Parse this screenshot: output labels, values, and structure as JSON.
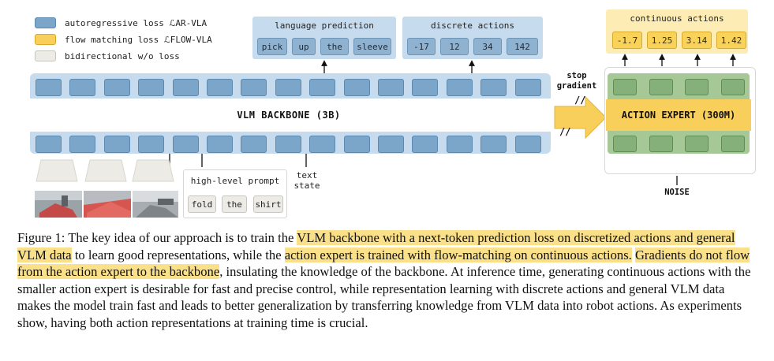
{
  "legend": [
    {
      "label": "autoregressive loss ℒAR-VLA",
      "color": "#7ba6c9"
    },
    {
      "label": "flow matching loss ℒFLOW-VLA",
      "color": "#f7cf5a"
    },
    {
      "label": "bidirectional w/o loss",
      "color": "#ecebe5"
    }
  ],
  "language_prediction": {
    "title": "language prediction",
    "tokens": [
      "pick",
      "up",
      "the",
      "sleeve"
    ]
  },
  "discrete_actions": {
    "title": "discrete actions",
    "tokens": [
      "-17",
      "12",
      "34",
      "142"
    ]
  },
  "continuous_actions": {
    "title": "continuous actions",
    "tokens": [
      "-1.7",
      "1.25",
      "3.14",
      "1.42"
    ]
  },
  "backbone_label": "VLM BACKBONE (3B)",
  "stop_gradient": "stop\ngradient",
  "action_expert_label": "ACTION EXPERT (300M)",
  "noise_label": "NOISE",
  "prompt": {
    "title": "high-level prompt",
    "tokens": [
      "fold",
      "the",
      "shirt"
    ]
  },
  "text_state_label": "text\nstate",
  "caption": {
    "prefix": "Figure 1:",
    "parts": [
      {
        "text": " The key idea of our approach is to train the ",
        "hl": false
      },
      {
        "text": "VLM backbone with a next-token prediction loss on discretized actions and general VLM data",
        "hl": true
      },
      {
        "text": " to learn good representations, while the ",
        "hl": false
      },
      {
        "text": "action expert is trained with flow-matching on continuous actions.",
        "hl": true
      },
      {
        "text": " ",
        "hl": false
      },
      {
        "text": "Gradients do not flow from the action expert to the backbone",
        "hl": true
      },
      {
        "text": ", insulating the knowledge of the backbone. At inference time, generating continuous actions with the smaller action expert is desirable for fast and precise control, while representation learning with discrete actions and general VLM data makes the model train fast and leads to better generalization by transferring knowledge from VLM data into robot actions. As experiments show, having both action representations at training time is crucial.",
        "hl": false
      }
    ]
  },
  "colors": {
    "ar_blue": "#7ba6c9",
    "flow_yellow": "#f7cf5a",
    "bidir_gray": "#ecebe5",
    "expert_green": "#86b07a",
    "highlight": "#fbe08a"
  }
}
